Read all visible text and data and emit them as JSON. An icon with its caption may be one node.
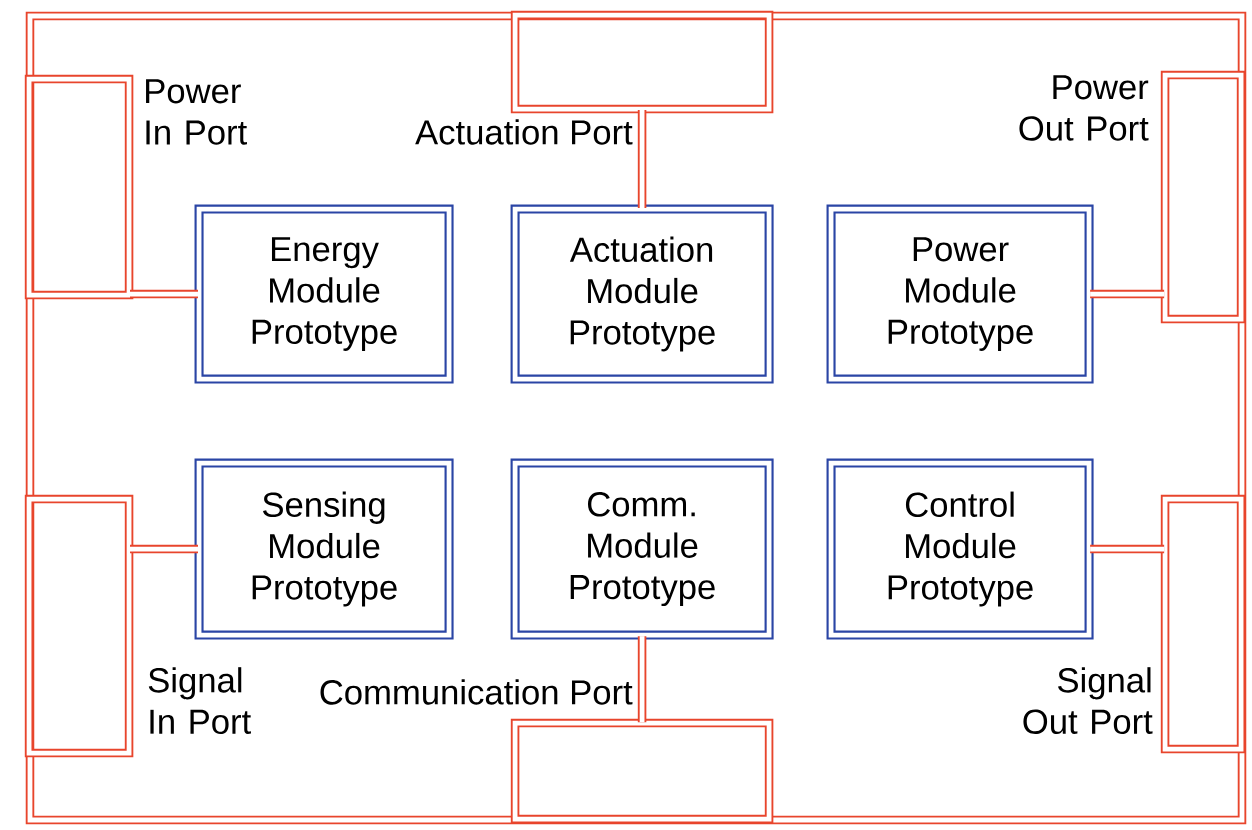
{
  "diagram": {
    "nodes": [
      {
        "text": [],
        "shape": "box"
      },
      {
        "text": [],
        "shape": "box",
        "beside": [
          "Power In Port"
        ],
        "in": 0
      },
      {
        "text": [],
        "shape": "box",
        "beside": [
          "Actuation Port"
        ],
        "in": 0
      },
      {
        "text": [],
        "shape": "box",
        "beside": [
          "Power Out Port"
        ],
        "in": 0
      },
      {
        "text": [
          "Energy Module Prototype"
        ],
        "in": 0
      },
      {
        "text": [
          "Actuation Module Prototype"
        ],
        "in": 0
      },
      {
        "text": [
          "Power Module Prototype"
        ],
        "in": 0
      },
      {
        "text": [
          "Sensing Module Prototype"
        ],
        "in": 0
      },
      {
        "text": [
          "Comm. Module Prototype"
        ],
        "in": 0
      },
      {
        "text": [
          "Control Module Prototype"
        ],
        "in": 0
      },
      {
        "text": [],
        "shape": "box",
        "beside": [
          "Signal In Port"
        ],
        "in": 0
      },
      {
        "text": [],
        "shape": "box",
        "beside": [
          "Communication Port"
        ],
        "in": 0
      },
      {
        "text": [],
        "shape": "box",
        "beside": [
          "Signal Out Port"
        ],
        "in": 0
      }
    ],
    "edges": [
      {
        "from": 1,
        "to": 4,
        "arrow": "none"
      },
      {
        "from": 2,
        "to": 5,
        "arrow": "none"
      },
      {
        "from": 3,
        "to": 6,
        "arrow": "none"
      },
      {
        "from": 10,
        "to": 7,
        "arrow": "none"
      },
      {
        "from": 11,
        "to": 8,
        "arrow": "none"
      },
      {
        "from": 12,
        "to": 9,
        "arrow": "none"
      }
    ]
  }
}
